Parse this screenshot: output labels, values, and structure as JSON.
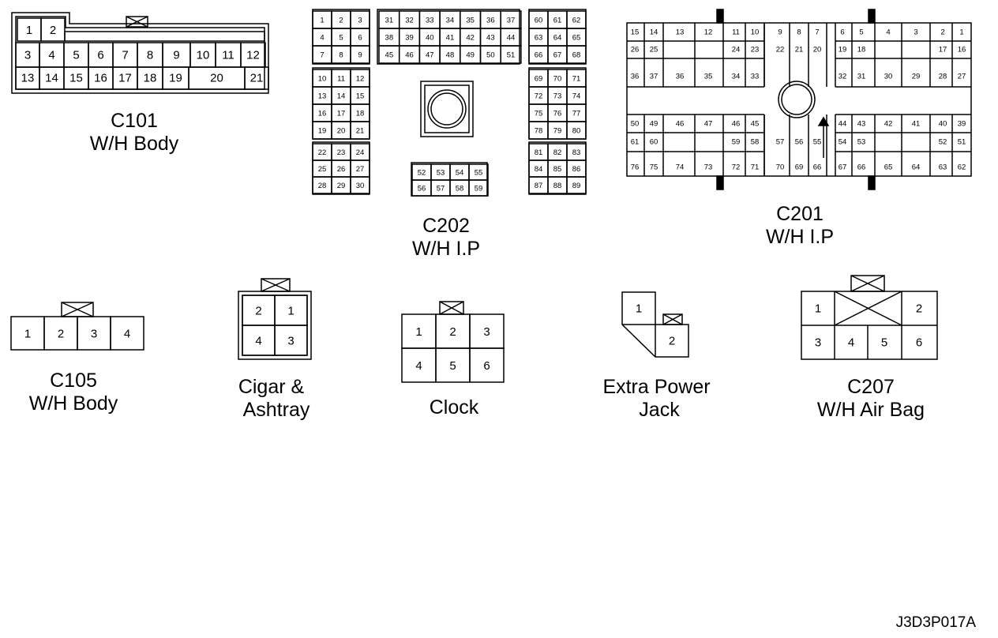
{
  "colors": {
    "line": "#000000",
    "background": "#ffffff"
  },
  "connectors": {
    "c101": {
      "id": "C101",
      "desc": "W/H Body",
      "row1": [
        "1",
        "2"
      ],
      "row2": [
        "3",
        "4",
        "5",
        "6",
        "7",
        "8",
        "9",
        "10",
        "11",
        "12"
      ],
      "row3": [
        "13",
        "14",
        "15",
        "16",
        "17",
        "18",
        "19",
        "20",
        "21"
      ]
    },
    "c202": {
      "id": "C202",
      "desc": "W/H I.P",
      "left": [
        "1",
        "2",
        "3",
        "4",
        "5",
        "6",
        "7",
        "8",
        "9",
        "10",
        "11",
        "12",
        "13",
        "14",
        "15",
        "16",
        "17",
        "18",
        "19",
        "20",
        "21",
        "22",
        "23",
        "24",
        "25",
        "26",
        "27",
        "28",
        "29",
        "30"
      ],
      "top": [
        "31",
        "32",
        "33",
        "34",
        "35",
        "36",
        "37",
        "38",
        "39",
        "40",
        "41",
        "42",
        "43",
        "44",
        "45",
        "46",
        "47",
        "48",
        "49",
        "50",
        "51"
      ],
      "bottom": [
        "52",
        "53",
        "54",
        "55",
        "56",
        "57",
        "58",
        "59"
      ],
      "right": [
        "60",
        "61",
        "62",
        "63",
        "64",
        "65",
        "66",
        "67",
        "68",
        "69",
        "70",
        "71",
        "72",
        "73",
        "74",
        "75",
        "76",
        "77",
        "78",
        "79",
        "80",
        "81",
        "82",
        "83",
        "84",
        "85",
        "86",
        "87",
        "88",
        "89"
      ]
    },
    "c201": {
      "id": "C201",
      "desc": "W/H I.P",
      "pins": [
        "15",
        "14",
        "13",
        "12",
        "11",
        "10",
        "9",
        "8",
        "7",
        "6",
        "5",
        "4",
        "3",
        "2",
        "1",
        "26",
        "25",
        "24",
        "23",
        "22",
        "21",
        "20",
        "19",
        "18",
        "17",
        "16",
        "36",
        "37",
        "36",
        "35",
        "34",
        "33",
        "32",
        "31",
        "30",
        "29",
        "28",
        "27",
        "50",
        "49",
        "46",
        "47",
        "46",
        "45",
        "44",
        "43",
        "42",
        "41",
        "40",
        "39",
        "61",
        "60",
        "59",
        "58",
        "57",
        "56",
        "55",
        "54",
        "53",
        "52",
        "51",
        "76",
        "75",
        "74",
        "73",
        "72",
        "71",
        "70",
        "69",
        "66",
        "67",
        "66",
        "65",
        "64",
        "63",
        "62"
      ]
    },
    "c105": {
      "id": "C105",
      "desc": "W/H Body",
      "pins": [
        "1",
        "2",
        "3",
        "4"
      ]
    },
    "cigar": {
      "desc": "Cigar & Ashtray",
      "pins": [
        "2",
        "1",
        "4",
        "3"
      ]
    },
    "clock": {
      "desc": "Clock",
      "pins": [
        "1",
        "2",
        "3",
        "4",
        "5",
        "6"
      ]
    },
    "jack": {
      "desc": "Extra Power Jack",
      "pins": [
        "1",
        "2"
      ]
    },
    "c207": {
      "id": "C207",
      "desc": "W/H Air Bag",
      "pins": [
        "1",
        "2",
        "3",
        "4",
        "5",
        "6"
      ]
    }
  },
  "figure_code": "J3D3P017A"
}
